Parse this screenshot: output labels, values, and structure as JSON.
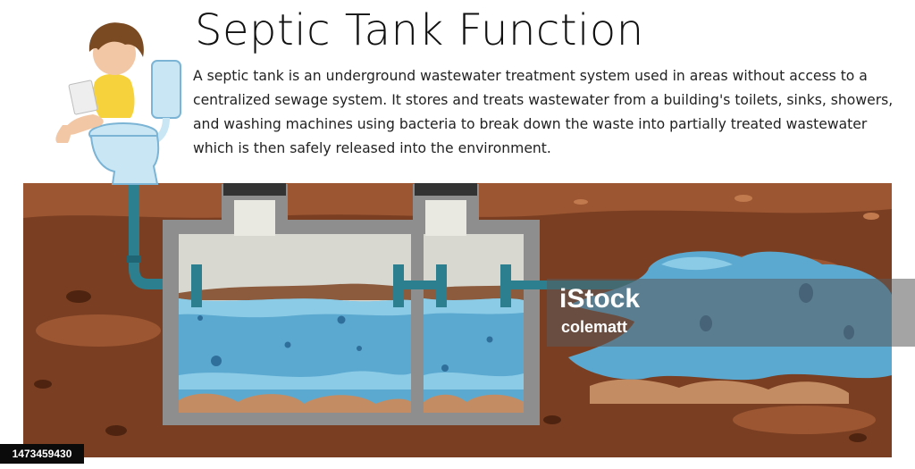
{
  "title": "Septic Tank Function",
  "description": "A septic tank is an underground wastewater treatment system used in areas without access to a centralized sewage system. It stores and treats wastewater from a building's toilets, sinks, showers, and washing machines using bacteria to break down the waste into partially treated wastewater which is then safely released into the environment.",
  "watermark": {
    "logo": "iStock",
    "author": "colematt"
  },
  "stock_id": "1473459430",
  "colors": {
    "soil_dark": "#7a3f22",
    "soil_light": "#a35e3a",
    "tank_wall": "#8e8e8e",
    "tank_air": "#d8d8d0",
    "water": "#5ba9d0",
    "water_light": "#8ccbe6",
    "pipe": "#2b7f8f",
    "scum": "#8c5a3c",
    "sludge": "#c48c62",
    "shirt": "#f6d33c",
    "hair": "#7a4a22",
    "toilet": "#c8e6f4"
  },
  "icons": [
    "boy-on-toilet-illustration",
    "bacteria-icon"
  ]
}
